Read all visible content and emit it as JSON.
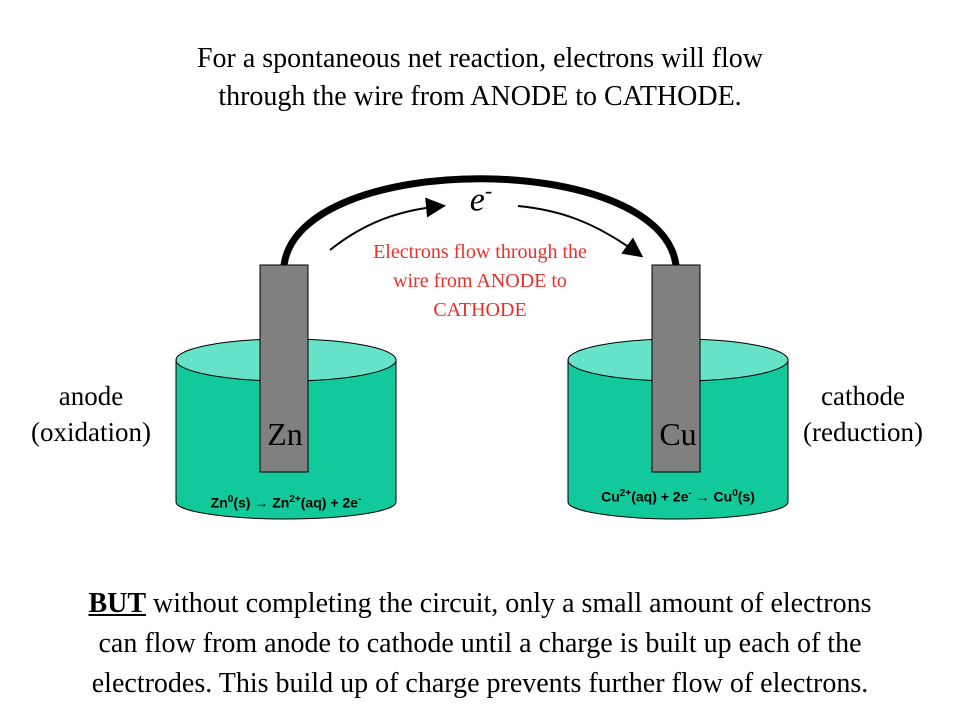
{
  "title_lines": [
    "For a spontaneous net reaction, electrons will flow",
    "through the wire from ANODE to CATHODE."
  ],
  "wire_label": {
    "symbol": "e",
    "charge": "-"
  },
  "note_lines": [
    "Electrons flow through the",
    "wire from ANODE to",
    "CATHODE"
  ],
  "anode": {
    "label": "anode",
    "sublabel": "(oxidation)",
    "electrode": "Zn",
    "equation": {
      "a": "Zn",
      "a_sup": "0",
      "a_tail": "(s)",
      "arrow": "→",
      "b": "Zn",
      "b_sup": "2+",
      "b_tail": "(aq) + 2e",
      "b_end_sup": "-"
    }
  },
  "cathode": {
    "label": "cathode",
    "sublabel": "(reduction)",
    "electrode": "Cu",
    "equation": {
      "a": "Cu",
      "a_sup": "2+",
      "a_tail": "(aq) + 2e",
      "a_end_sup": "-",
      "arrow": "→",
      "b": "Cu",
      "b_sup": "0",
      "b_tail": "(s)"
    }
  },
  "bottom": {
    "bold_word": "BUT",
    "text_line1": " without completing the circuit, only a small amount of electrons",
    "text_line2": "can flow from anode to cathode until a charge is built up each of the",
    "text_line3": "electrodes.  This build up of charge prevents further flow of electrons."
  },
  "colors": {
    "solution": "#11c99a",
    "solution_top": "#66e2c8",
    "electrode": "#808080",
    "note": "#e8302a"
  }
}
